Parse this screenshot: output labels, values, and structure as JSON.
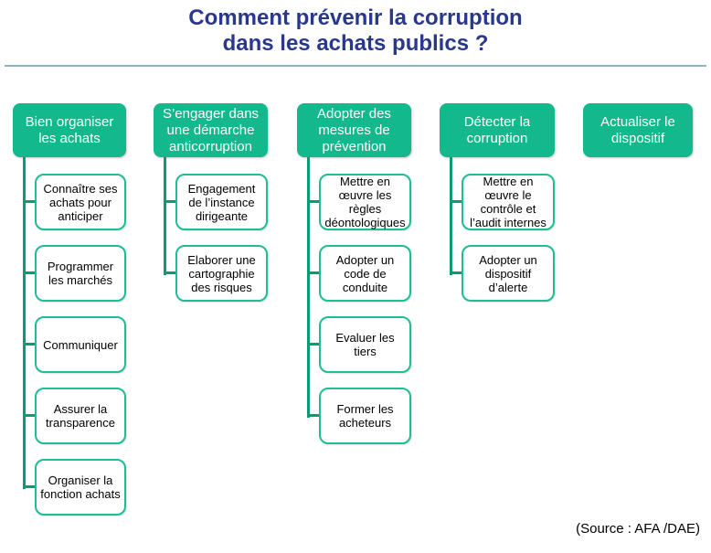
{
  "title": {
    "line1": "Comment prévenir la corruption",
    "line2": "dans les achats publics ?"
  },
  "source": "(Source : AFA /DAE)",
  "colors": {
    "title_text": "#29388c",
    "divider": "#8ab7bd",
    "header_fill": "#13b88c",
    "header_text": "#ffffff",
    "child_border": "#1ebd94",
    "child_text": "#000000",
    "connector": "#0b9b74"
  },
  "chart": {
    "columns": [
      {
        "header": "Bien organiser les achats",
        "children": [
          "Connaître ses achats pour anticiper",
          "Programmer les marchés",
          "Communiquer",
          "Assurer la transparence",
          "Organiser la fonction achats"
        ]
      },
      {
        "header": "S’engager dans une démarche anticorruption",
        "children": [
          "Engagement de l’instance dirigeante",
          "Elaborer une cartographie des risques"
        ]
      },
      {
        "header": "Adopter des mesures de prévention",
        "children": [
          "Mettre en œuvre les règles déontologiques",
          "Adopter un code de conduite",
          "Evaluer les tiers",
          "Former les acheteurs"
        ]
      },
      {
        "header": "Détecter la corruption",
        "children": [
          "Mettre en œuvre le contrôle et l’audit internes",
          "Adopter un dispositif d’alerte"
        ]
      },
      {
        "header": "Actualiser le dispositif",
        "children": []
      }
    ]
  }
}
